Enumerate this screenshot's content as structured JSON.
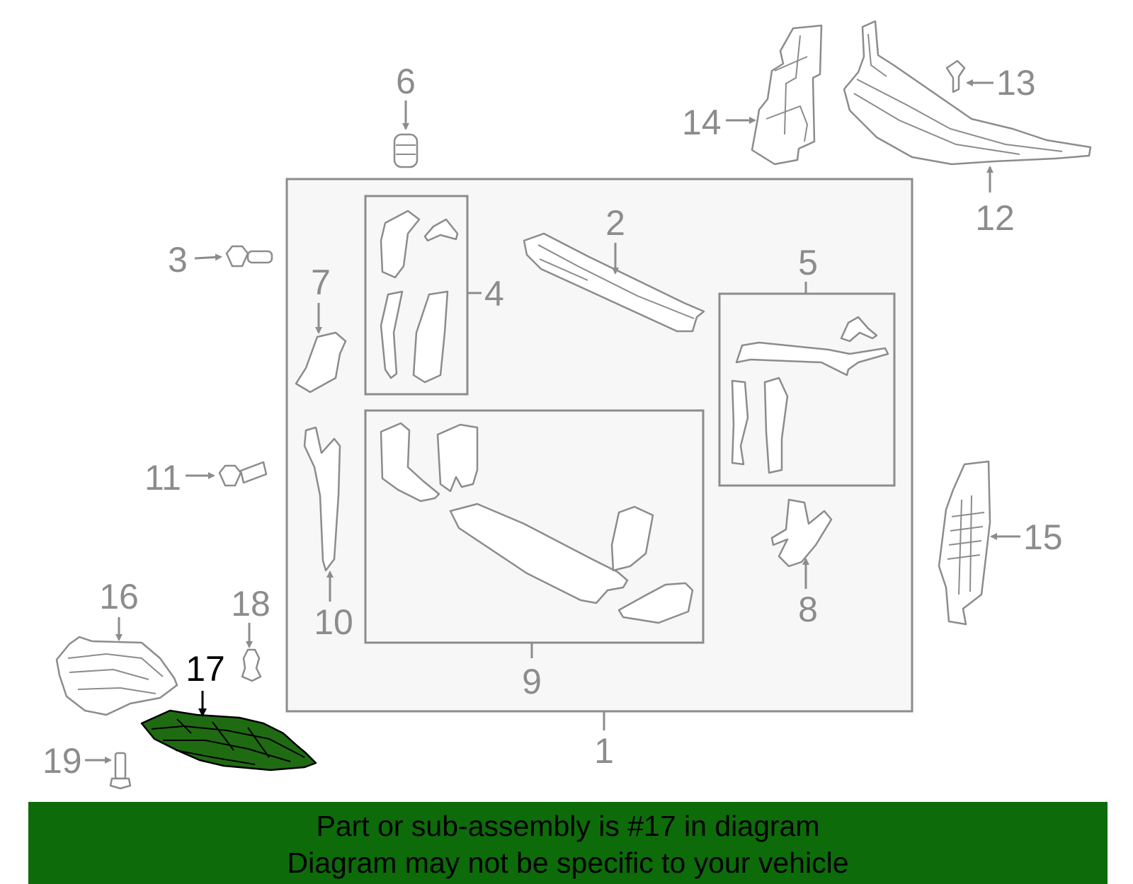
{
  "highlight_color": "#1f6b12",
  "banner": {
    "background": "#0d6b0a",
    "line1": "Part or sub-assembly is #17 in diagram",
    "line2": "Diagram may not be specific to your vehicle"
  },
  "callouts": {
    "c1": "1",
    "c2": "2",
    "c3": "3",
    "c4": "4",
    "c5": "5",
    "c6": "6",
    "c7": "7",
    "c8": "8",
    "c9": "9",
    "c10": "10",
    "c11": "11",
    "c12": "12",
    "c13": "13",
    "c14": "14",
    "c15": "15",
    "c16": "16",
    "c17": "17",
    "c18": "18",
    "c19": "19"
  }
}
